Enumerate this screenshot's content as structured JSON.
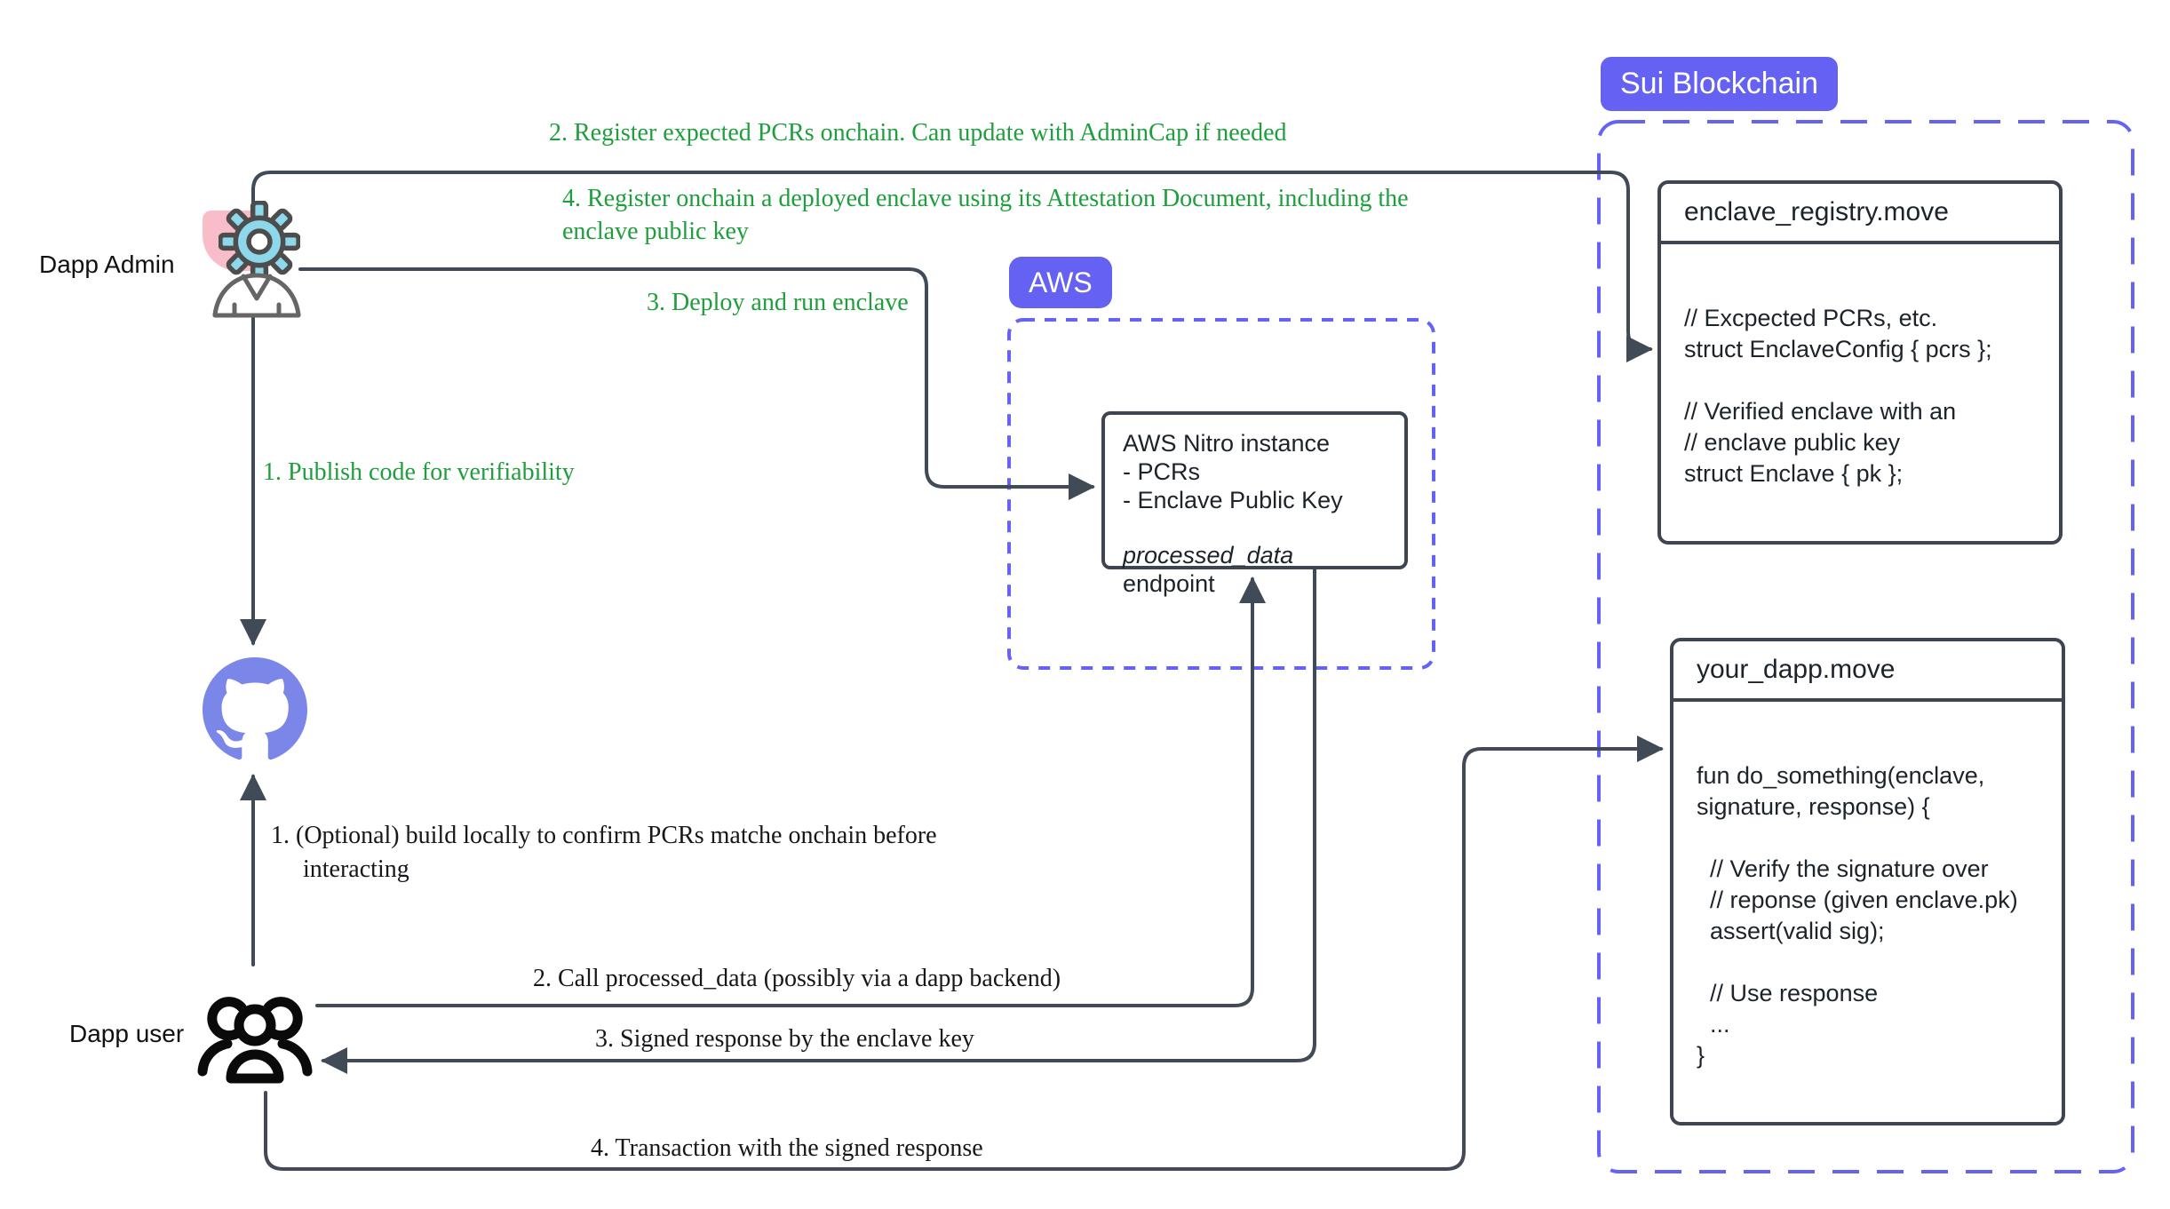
{
  "badges": {
    "sui": "Sui Blockchain",
    "aws": "AWS"
  },
  "actors": {
    "admin": "Dapp Admin",
    "user": "Dapp user"
  },
  "green_annotations": {
    "step1": "1. Publish code for verifiability",
    "step2": "2. Register expected PCRs onchain. Can update with AdminCap if needed",
    "step3": "3. Deploy and run enclave",
    "step4": "4. Register onchain a deployed enclave using its Attestation Document, including the\nenclave public key"
  },
  "user_annotations": {
    "step1_line1": "1. (Optional) build locally to confirm PCRs matche onchain before",
    "step1_line2": "interacting",
    "step2": "2. Call processed_data (possibly via a dapp backend)",
    "step3": "3. Signed response by the enclave key",
    "step4": "4. Transaction with the signed response"
  },
  "boxes": {
    "enclave_registry": {
      "title": "enclave_registry.move",
      "code": "// Excpected PCRs, etc.\nstruct EnclaveConfig { pcrs };\n\n// Verified enclave with an\n// enclave public key\nstruct Enclave { pk };"
    },
    "your_dapp": {
      "title": "your_dapp.move",
      "code": "fun do_something(enclave,\nsignature, response) {\n\n  // Verify the signature over\n  // reponse (given enclave.pk)\n  assert(valid sig);\n\n  // Use response\n  ...\n}"
    },
    "aws_nitro": {
      "line1": "AWS Nitro instance",
      "line2": "- PCRs",
      "line3": "- Enclave Public Key",
      "endpoint_name": "processed_data",
      "endpoint_suffix": " endpoint"
    }
  },
  "icons": {
    "admin": "gear-icon + person-icon",
    "repo": "github-icon",
    "user": "users-group-icon"
  },
  "colors": {
    "accent_purple": "#6461f3",
    "dashed_border": "#6562f8",
    "wire": "#414a57",
    "green_text": "#1e9e3c",
    "github_purple": "#7b87e8",
    "gear_fill": "#8ed8ec",
    "pink": "#f9bdc9"
  }
}
